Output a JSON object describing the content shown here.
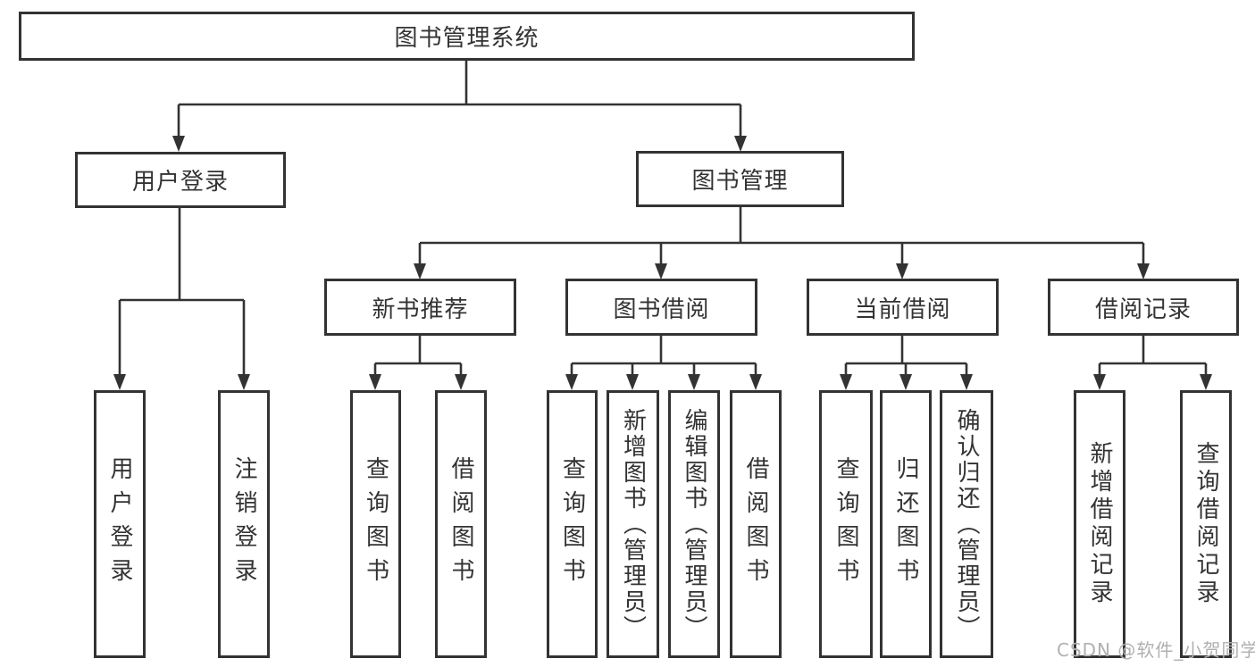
{
  "diagram": {
    "root": {
      "label": "图书管理系统"
    },
    "branches": [
      {
        "label": "用户登录",
        "children": [
          {
            "label": "用户登录"
          },
          {
            "label": "注销登录"
          }
        ]
      },
      {
        "label": "图书管理",
        "children": [
          {
            "label": "新书推荐",
            "children": [
              {
                "label": "查询图书"
              },
              {
                "label": "借阅图书"
              }
            ]
          },
          {
            "label": "图书借阅",
            "children": [
              {
                "label": "查询图书"
              },
              {
                "label": "新增图书（管理员）"
              },
              {
                "label": "编辑图书（管理员）"
              },
              {
                "label": "借阅图书"
              }
            ]
          },
          {
            "label": "当前借阅",
            "children": [
              {
                "label": "查询图书"
              },
              {
                "label": "归还图书"
              },
              {
                "label": "确认归还（管理员）"
              }
            ]
          },
          {
            "label": "借阅记录",
            "children": [
              {
                "label": "新增借阅记录"
              },
              {
                "label": "查询借阅记录"
              }
            ]
          }
        ]
      }
    ]
  },
  "watermark": {
    "text": "CSDN @软件_小贺同学"
  },
  "colors": {
    "line": "#333333",
    "text": "#333333",
    "watermark": "#b0b0b0",
    "bg": "#ffffff"
  }
}
